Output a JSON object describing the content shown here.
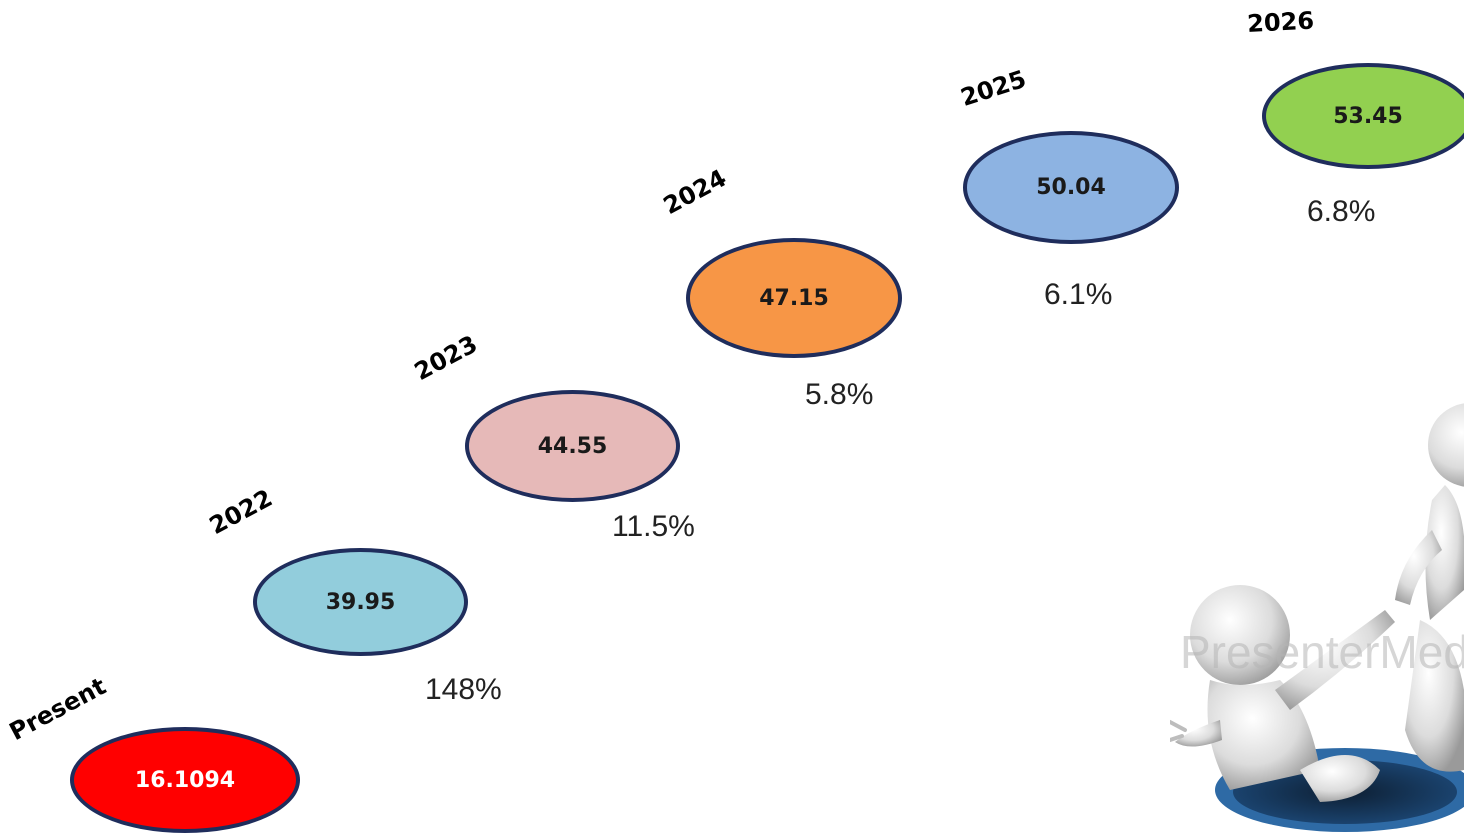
{
  "milestones": [
    {
      "label": "Present",
      "value": "16.1094",
      "growth": "",
      "color": "#ff0000",
      "text_color": "#ffffff"
    },
    {
      "label": "2022",
      "value": "39.95",
      "growth": "148%",
      "color": "#92cddc",
      "text_color": "#1a1a1a"
    },
    {
      "label": "2023",
      "value": "44.55",
      "growth": "11.5%",
      "color": "#e6b9b8",
      "text_color": "#1a1a1a"
    },
    {
      "label": "2024",
      "value": "47.15",
      "growth": "5.8%",
      "color": "#f79646",
      "text_color": "#1a1a1a"
    },
    {
      "label": "2025",
      "value": "50.04",
      "growth": "6.1%",
      "color": "#8db3e2",
      "text_color": "#1a1a1a"
    },
    {
      "label": "2026",
      "value": "53.45",
      "growth": "6.8%",
      "color": "#92d050",
      "text_color": "#1a1a1a"
    }
  ],
  "illustration": {
    "icon": "people-climbing-out-of-hole-icon",
    "watermark_text": "PresenterMedia"
  },
  "colors": {
    "outline": "#1f2d5c"
  }
}
